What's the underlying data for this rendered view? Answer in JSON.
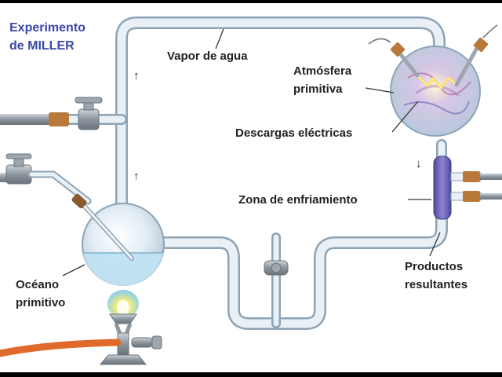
{
  "title": {
    "line1": "Experimento",
    "line2": "de MILLER"
  },
  "labels": {
    "vapor": "Vapor de agua",
    "atmosfera_1": "Atmósfera",
    "atmosfera_2": "primitiva",
    "descargas": "Descargas eléctricas",
    "zona": "Zona de enfriamiento",
    "productos_1": "Productos",
    "productos_2": "resultantes",
    "oceano_1": "Océano",
    "oceano_2": "primitivo"
  },
  "colors": {
    "title": "#3b47a8",
    "glass": "#dfe9f1",
    "glass_edge": "#8ea3b4",
    "water": "#bfe1f2",
    "condenser": "#6b63b5",
    "valve": "#9ea6ae",
    "copper": "#b8793a",
    "hose": "#e06a2c",
    "flame": "#f2e25a",
    "spark": "#ffd94a"
  },
  "icons": {
    "flow_arrows": "up-arrow",
    "cooling_direction": "down-arrow"
  }
}
